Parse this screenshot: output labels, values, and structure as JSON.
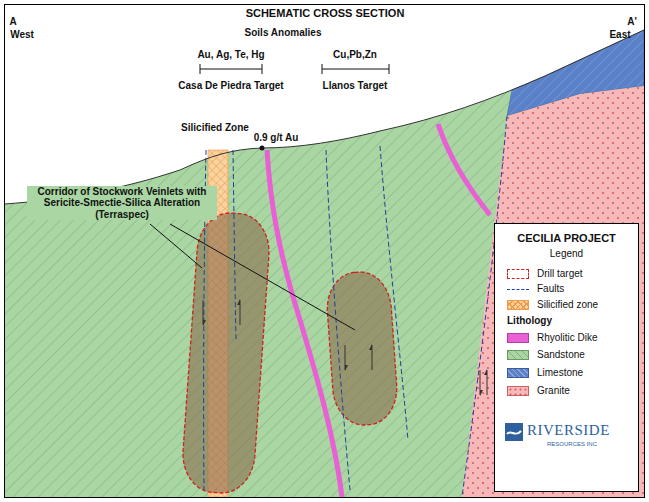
{
  "diagram": {
    "title": "SCHEMATIC CROSS SECTION",
    "nodes": [
      {
        "text": [
          "CECILIA PROJECT",
          "Legend"
        ]
      }
    ],
    "labels": [
      "A",
      "West",
      "A'",
      "East",
      "Soils Anomalies",
      "Au, Ag, Te, Hg",
      "Cu,Pb,Zn",
      "Casa De Piedra Target",
      "Llanos Target",
      "Silicified Zone",
      "0.9 g/t Au",
      "Corridor of Stockwork Veinlets with Sericite-Smectie-Silica Alteration (Terraspec)",
      "Lithology",
      "RIVERSIDE",
      "RESOURCES INC"
    ],
    "legend": [
      {
        "text": "Drill target"
      },
      {
        "text": "Faults"
      },
      {
        "text": "Silicified zone",
        "color": "#f9d3a0"
      },
      {
        "text": "Rhyolitic Dike",
        "color": "#e860d4"
      },
      {
        "text": "Sandstone",
        "color": "#a9d6a3"
      },
      {
        "text": "Limestone",
        "color": "#5a80c8"
      },
      {
        "text": "Granite",
        "color": "#f6b8b8"
      }
    ]
  }
}
